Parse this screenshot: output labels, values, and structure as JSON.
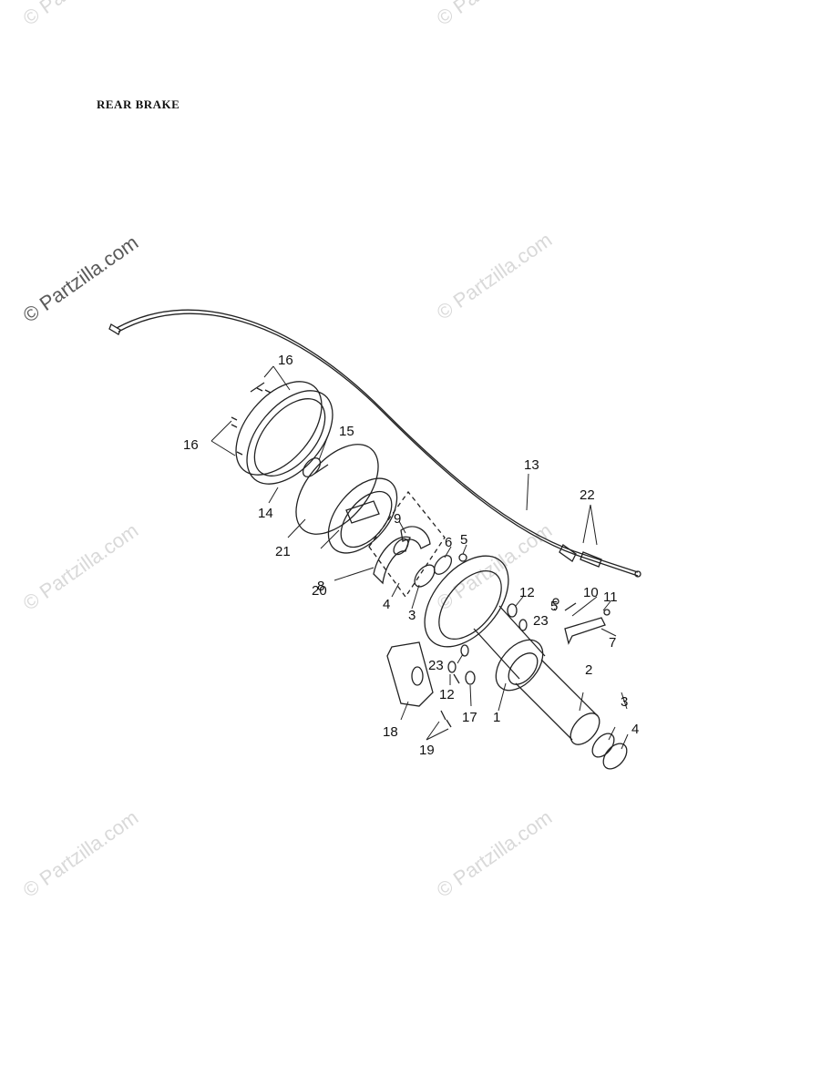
{
  "title": "REAR BRAKE",
  "watermark": "© Partzilla.com",
  "callouts": [
    "1",
    "2",
    "3",
    "3",
    "4",
    "4",
    "5",
    "5",
    "6",
    "7",
    "8",
    "9",
    "10",
    "11",
    "12",
    "12",
    "13",
    "14",
    "15",
    "16",
    "16",
    "17",
    "18",
    "19",
    "20",
    "21",
    "22",
    "23",
    "23"
  ]
}
